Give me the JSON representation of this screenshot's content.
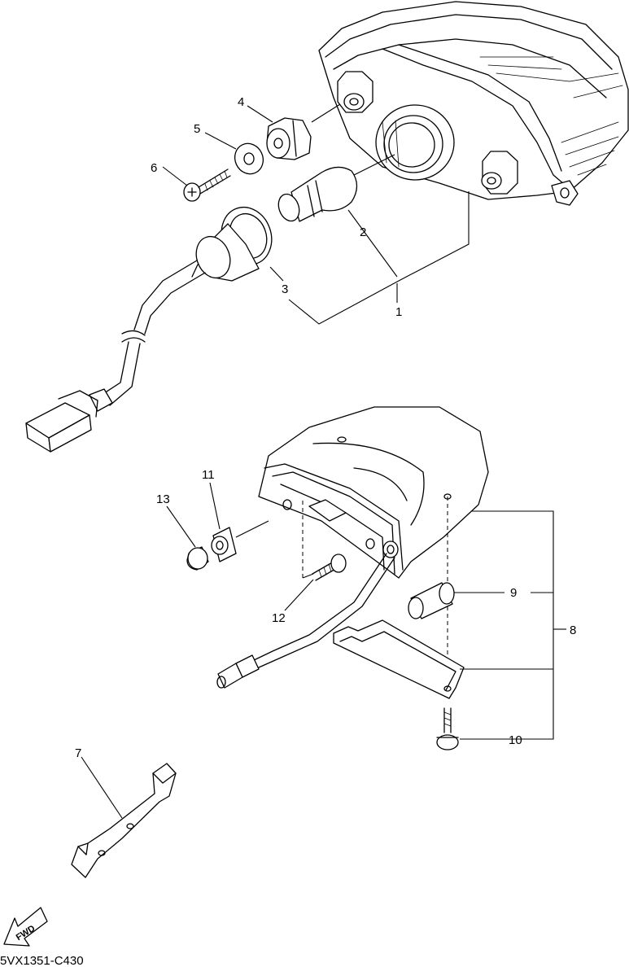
{
  "diagram": {
    "code": "5VX1351-C430",
    "fwd_label": "FWD",
    "callouts": [
      {
        "id": "1",
        "label": "1"
      },
      {
        "id": "2",
        "label": "2"
      },
      {
        "id": "3",
        "label": "3"
      },
      {
        "id": "4",
        "label": "4"
      },
      {
        "id": "5",
        "label": "5"
      },
      {
        "id": "6",
        "label": "6"
      },
      {
        "id": "7",
        "label": "7"
      },
      {
        "id": "8",
        "label": "8"
      },
      {
        "id": "9",
        "label": "9"
      },
      {
        "id": "10",
        "label": "10"
      },
      {
        "id": "11",
        "label": "11"
      },
      {
        "id": "12",
        "label": "12"
      },
      {
        "id": "13",
        "label": "13"
      }
    ]
  }
}
